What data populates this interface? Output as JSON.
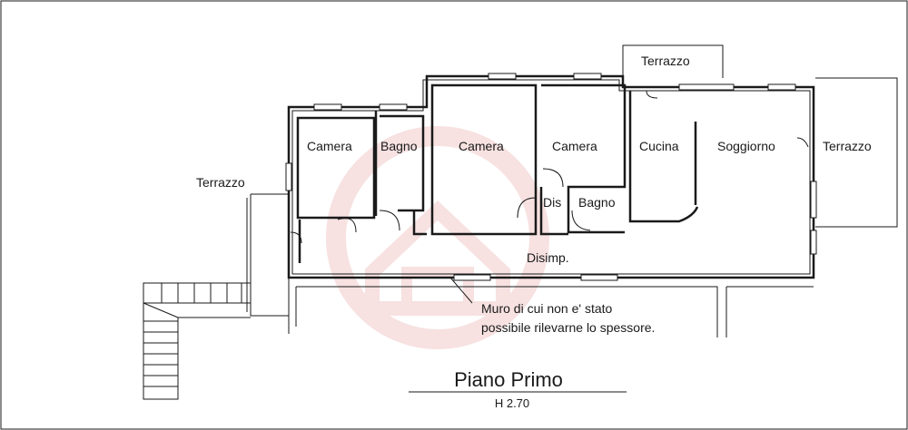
{
  "plan": {
    "title": "Piano Primo",
    "height_label": "H 2.70",
    "note_line1": "Muro di cui non e' stato",
    "note_line2": "possibile rilevarne lo spessore.",
    "rooms": {
      "terrazzo_left": "Terrazzo",
      "terrazzo_top": "Terrazzo",
      "terrazzo_right": "Terrazzo",
      "camera_1": "Camera",
      "bagno_1": "Bagno",
      "camera_2": "Camera",
      "camera_3": "Camera",
      "dis": "Dis",
      "bagno_2": "Bagno",
      "cucina": "Cucina",
      "soggiorno": "Soggiorno",
      "disimp": "Disimp."
    }
  },
  "colors": {
    "wall": "#1a1a1a",
    "watermark": "#f0d0d0"
  }
}
